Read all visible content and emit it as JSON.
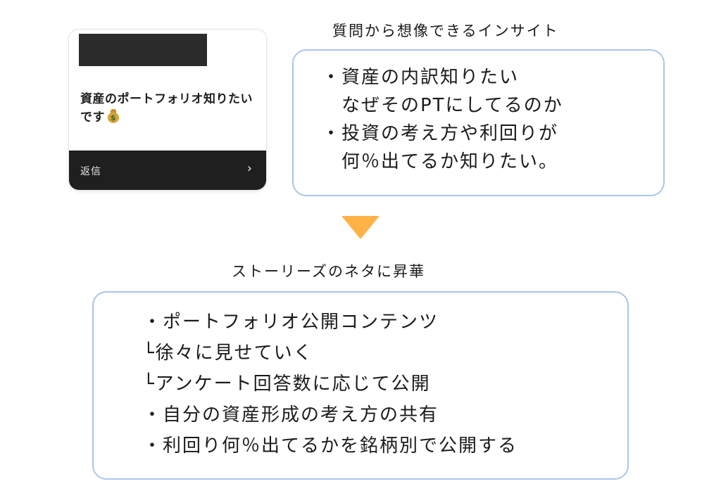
{
  "question_card": {
    "question": "資産のポートフォリオ知りたいです",
    "emoji": "💰",
    "reply_label": "返信",
    "chevron": "›",
    "icon": "money-bag-icon"
  },
  "insight": {
    "heading": "質問から想像できるインサイト",
    "lines": [
      "・資産の内訳知りたい",
      "　なぜそのPTにしてるのか",
      "・投資の考え方や利回りが",
      "　何％出てるか知りたい。"
    ]
  },
  "arrow": {
    "icon": "down-triangle-icon",
    "color": "#ffb347"
  },
  "stories": {
    "heading": "ストーリーズのネタに昇華",
    "lines": [
      "・ポートフォリオ公開コンテンツ",
      "└徐々に見せていく",
      "└アンケート回答数に応じて公開",
      "・自分の資産形成の考え方の共有",
      "・利回り何％出てるかを銘柄別で公開する"
    ]
  },
  "colors": {
    "box_border": "#a9c6ec",
    "arrow": "#ffb347",
    "card_footer": "#1f1f1f"
  }
}
